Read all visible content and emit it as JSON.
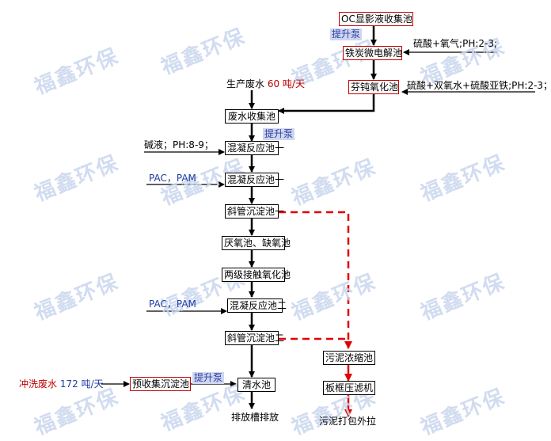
{
  "watermark_text": "福鑫环保",
  "nodes": {
    "oc_pool": "OC显影液收集池",
    "fe_c_pool": "铁炭微电解池",
    "fenton_pool": "芬钝氧化池",
    "waste_collect": "废水收集池",
    "coag1a": "混凝反应池一",
    "coag1b": "混凝反应池一",
    "settle1": "斜管沉淀池一",
    "anaerobic": "厌氧池、缺氧池",
    "contact_ox": "两级接触氧化池",
    "coag2": "混凝反应池二",
    "settle2": "斜管沉淀池二",
    "clear_pool": "清水池",
    "pre_collect": "预收集沉淀池",
    "sludge_thick": "污泥浓缩池",
    "filter_press": "板框压滤机"
  },
  "labels": {
    "pump1": "提升泵",
    "pump2": "提升泵",
    "pump3": "提升泵",
    "acid1": "硫酸+氧气;PH:2-3;",
    "acid2": "硫酸+双氧水+硫酸亚铁;PH:2-3；",
    "prod_water_prefix": "生产废水",
    "prod_water_amount": "60 吨/天",
    "alkali": "碱液；PH:8-9；",
    "pac1": "PAC，PAM",
    "pac2": "PAC，PAM",
    "rinse_prefix": "冲洗废水",
    "rinse_amount": "172 吨/天",
    "discharge": "排放槽排放",
    "sludge_out": "污泥打包外拉"
  }
}
